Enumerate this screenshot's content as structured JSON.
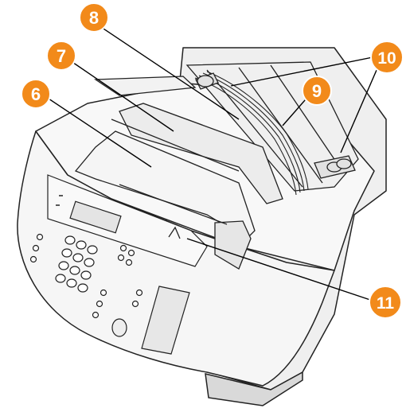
{
  "figure": {
    "callouts": [
      {
        "id": "callout-6",
        "label": "6"
      },
      {
        "id": "callout-7",
        "label": "7"
      },
      {
        "id": "callout-8",
        "label": "8"
      },
      {
        "id": "callout-9",
        "label": "9"
      },
      {
        "id": "callout-10",
        "label": "10"
      },
      {
        "id": "callout-11",
        "label": "11"
      }
    ],
    "colors": {
      "callout_fill": "#f28a1a",
      "callout_stroke": "#ffffff",
      "leader_line": "#000000",
      "device_fill": "#f4f4f4",
      "device_stroke": "#222222"
    }
  }
}
